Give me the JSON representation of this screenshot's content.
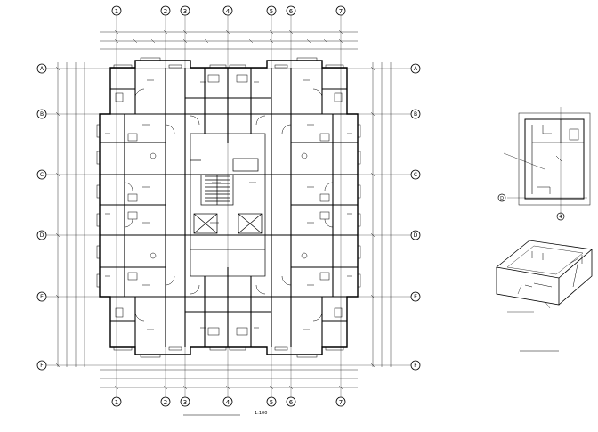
{
  "grid_columns": [
    "1",
    "2",
    "3",
    "4",
    "5",
    "6",
    "7"
  ],
  "grid_rows": [
    "A",
    "B",
    "C",
    "D",
    "E",
    "F"
  ],
  "plan_title": "",
  "plan_scale": "1:100",
  "detail1_grid_labels": [
    "D",
    "4"
  ],
  "detail2_title": "",
  "detail2_subtitle": "",
  "detail2_note": "",
  "colors": {
    "line": "#000000",
    "background": "#ffffff"
  }
}
